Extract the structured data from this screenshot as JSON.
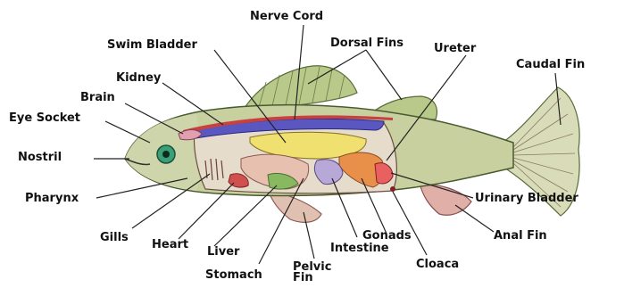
{
  "diagram": {
    "labels": {
      "nerve_cord": "Nerve Cord",
      "swim_bladder": "Swim Bladder",
      "dorsal_fins": "Dorsal Fins",
      "ureter": "Ureter",
      "caudal_fin": "Caudal Fin",
      "kidney": "Kidney",
      "brain": "Brain",
      "eye_socket": "Eye Socket",
      "nostril": "Nostril",
      "pharynx": "Pharynx",
      "gills": "Gills",
      "heart": "Heart",
      "liver": "Liver",
      "stomach": "Stomach",
      "pelvic_fin": "Pelvic\nFin",
      "intestine": "Intestine",
      "gonads": "Gonads",
      "cloaca": "Cloaca",
      "urinary_bladder": "Urinary Bladder",
      "anal_fin": "Anal Fin"
    }
  }
}
